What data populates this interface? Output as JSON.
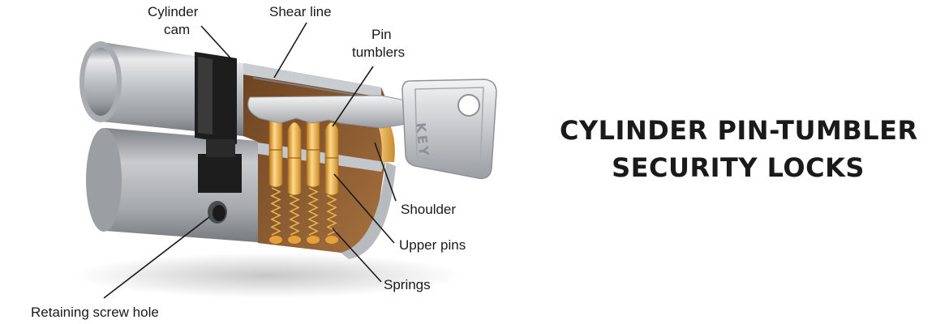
{
  "title": {
    "line1": "CYLINDER PIN-TUMBLER",
    "line2": "SECURITY LOCKS"
  },
  "labels": {
    "cylinder_cam_l1": "Cylinder",
    "cylinder_cam_l2": "cam",
    "shear_line": "Shear line",
    "pin_tumblers_l1": "Pin",
    "pin_tumblers_l2": "tumblers",
    "shoulder": "Shoulder",
    "upper_pins": "Upper pins",
    "springs": "Springs",
    "retaining_screw_hole": "Retaining screw hole"
  },
  "key_text": "KEY",
  "colors": {
    "metal": "#b9bcc0",
    "brass": "#e8a73a",
    "cam_black": "#1d1d1d",
    "interior": "#8a5a2e"
  }
}
